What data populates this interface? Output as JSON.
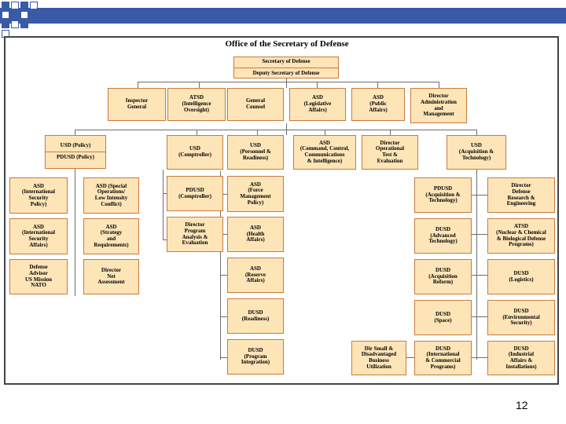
{
  "title": "Office of the Secretary of Defense",
  "secdef": {
    "line1": "Secretary of Defense",
    "line2": "Deputy Secretary of Defense"
  },
  "direct_reports": [
    "Inspector\nGeneral",
    "ATSD\n(Intelligence\nOversight)",
    "General\nCounsel",
    "ASD\n(Legislative\nAffairs)",
    "ASD\n(Public\nAffairs)",
    "Director\nAdministration\nand\nManagement"
  ],
  "usd_policy": {
    "line1": "USD (Policy)",
    "line2": "PDUSD (Policy)"
  },
  "policy_left": [
    "ASD\n(International\nSecurity\nPolicy)",
    "ASD\n(International\nSecurity\nAffairs)",
    "Defense\nAdvisor\nUS Mission\nNATO"
  ],
  "policy_right": [
    "ASD (Special\nOperations/\nLow Intensity\nConflict)",
    "ASD\n(Strategy\nand\nRequirements)",
    "Director\nNet\nAssessment"
  ],
  "comptroller": [
    "USD\n(Comptroller)",
    "PDUSD\n(Comptroller)",
    "Director\nProgram\nAnalysis &\nEvaluation"
  ],
  "personnel": [
    "USD\n(Personnel &\nReadiness)",
    "ASD\n(Force\nManagement\nPolicy)",
    "ASD\n(Health\nAffairs)",
    "ASD\n(Reserve\nAffairs)",
    "DUSD\n(Readiness)",
    "DUSD\n(Program\nIntegration)"
  ],
  "c3i": "ASD\n(Command, Control,\nCommunications\n& Intelligence)",
  "dote": "Director\nOperational\nTest &\nEvaluation",
  "acq_head": "USD\n(Acquisition &\nTechnology)",
  "acq_left": [
    "PDUSD\n(Acquisition &\nTechnology)",
    "DUSD\n(Advanced\nTechnology)",
    "DUSD\n(Acquisition\nReform)",
    "DUSD\n(Space)",
    "DUSD\n(International\n& Commercial\nPrograms)"
  ],
  "acq_right": [
    "Director\nDefense\nResearch &\nEngineering",
    "ATSD\n(Nuclear & Chemical\n& Biological Defense\nPrograms)",
    "DUSD\n(Logistics)",
    "DUSD\n(Environmental\nSecurity)",
    "DUSD\n(Industrial\nAffairs &\nInstallations)"
  ],
  "small_business": "Dir Small &\nDisadvantaged\nBusiness\nUtilization",
  "page_number": "12",
  "colors": {
    "box_fill": "#fde5b8",
    "box_border": "#c97a3c",
    "accent": "#3a5aa8",
    "connector": "#6e6e6e"
  }
}
